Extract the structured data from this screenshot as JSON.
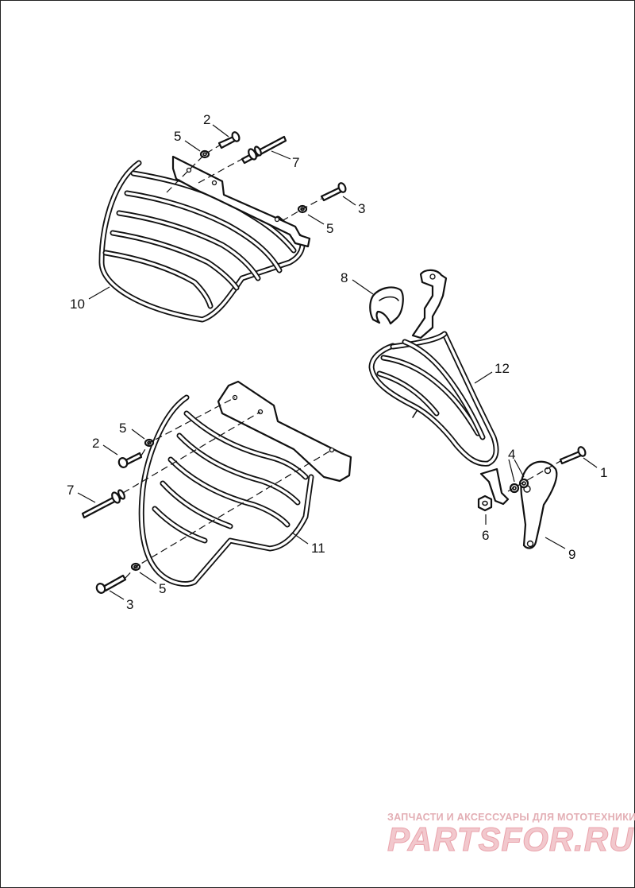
{
  "diagram": {
    "callouts": {
      "c1": "1",
      "c2a": "2",
      "c2b": "2",
      "c3a": "3",
      "c3b": "3",
      "c4": "4",
      "c5a": "5",
      "c5b": "5",
      "c5c": "5",
      "c5d": "5",
      "c6": "6",
      "c7a": "7",
      "c7b": "7",
      "c8": "8",
      "c9": "9",
      "c10": "10",
      "c11": "11",
      "c12": "12"
    }
  },
  "watermark": {
    "tagline": "ЗАПЧАСТИ И АКСЕССУАРЫ ДЛЯ МОТОТЕХНИКИ",
    "brand": "PARTSFOR.RU"
  }
}
